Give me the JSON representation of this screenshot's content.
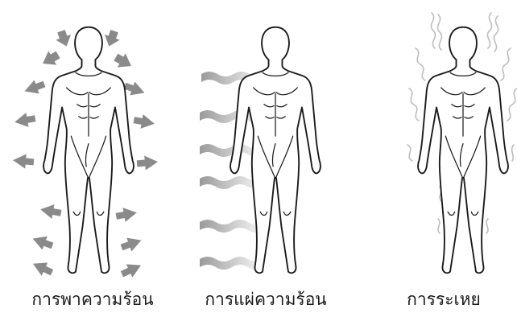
{
  "panels": [
    {
      "id": "conduction",
      "label": "การพาความร้อน"
    },
    {
      "id": "radiation",
      "label": "การแผ่ความร้อน"
    },
    {
      "id": "evaporation",
      "label": "การระเหย"
    }
  ],
  "colors": {
    "outline": "#1a1a1a",
    "arrow_dark": "#7a7a7a",
    "arrow_light": "#c9c9c9",
    "vapor": "#bdbdbd"
  }
}
